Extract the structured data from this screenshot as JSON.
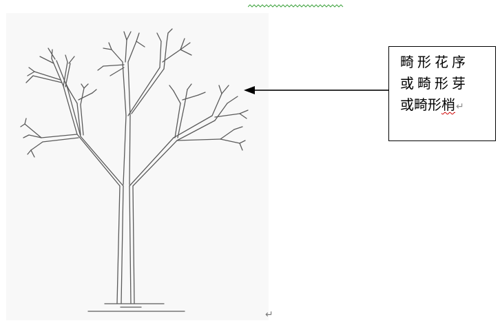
{
  "callout": {
    "line1": "畸形花序",
    "line2": "或畸形芽",
    "line3_main": "或畸形",
    "line3_tail": "梢",
    "paragraph_mark": "↵"
  },
  "document": {
    "end_paragraph_mark": "↵"
  },
  "colors": {
    "spell_check_underline": "#d00000",
    "grammar_squiggle": "#3fa33f",
    "figure_background": "#f8f8f8",
    "pointer_arrow": "#333333"
  },
  "icons": {
    "tree_illustration": "bare-tree-with-abnormal-shoots",
    "pointer": "arrow-left"
  }
}
